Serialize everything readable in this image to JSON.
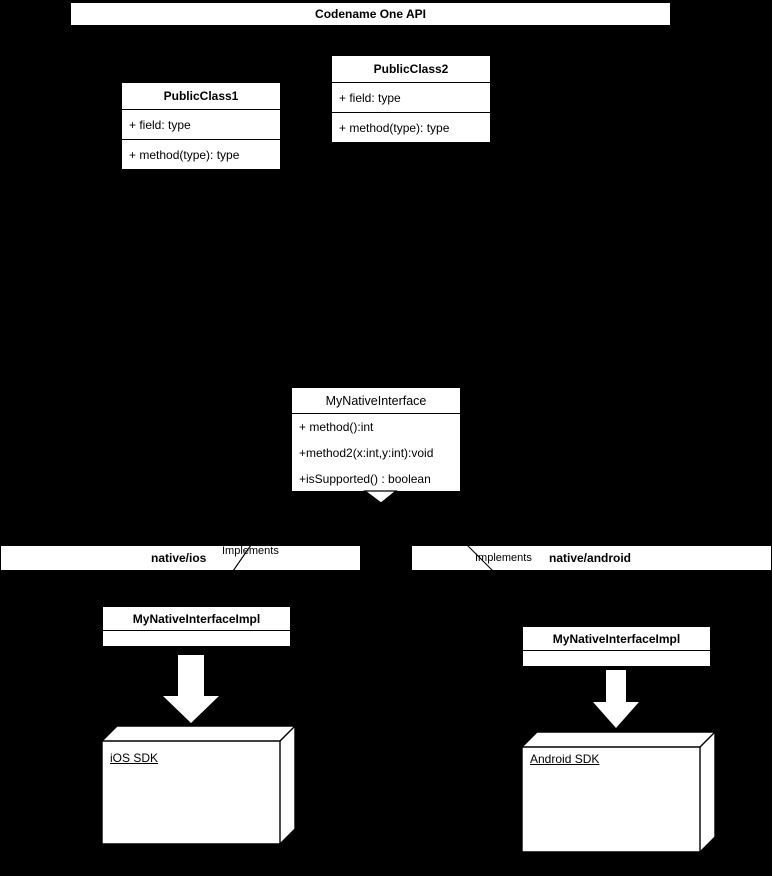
{
  "diagram": {
    "type": "uml-class-diagram",
    "background_color": "#000000",
    "box_fill": "#ffffff",
    "line_color": "#000000"
  },
  "api_header": {
    "label": "Codename One API"
  },
  "classes": [
    {
      "name": "PublicClass1",
      "field": "+ field: type",
      "method": "+ method(type): type"
    },
    {
      "name": "PublicClass2",
      "field": "+ field: type",
      "method": "+ method(type): type"
    }
  ],
  "interface": {
    "name": "MyNativeInterface",
    "methods": [
      "+ method():int",
      "+method2(x:int,y:int):void",
      "+isSupported() : boolean"
    ]
  },
  "packages": [
    {
      "label": "native/ios",
      "connector_label": "Implements",
      "impl_class": "MyNativeInterfaceImpl",
      "sdk_node": "iOS SDK"
    },
    {
      "label": "native/android",
      "connector_label": "Implements",
      "impl_class": "MyNativeInterfaceImpl",
      "sdk_node": "Android SDK"
    }
  ]
}
